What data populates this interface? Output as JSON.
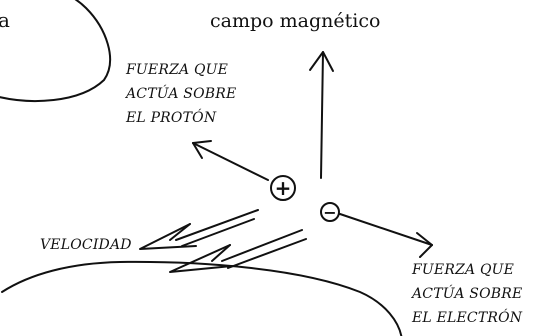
{
  "top_left_fragment": "a",
  "labels": {
    "magnetic_field": "campo magnético",
    "force_proton": [
      "FUERZA QUE",
      "ACTÚA SOBRE",
      "EL PROTÓN"
    ],
    "velocity": "VELOCIDAD",
    "force_electron": [
      "FUERZA QUE",
      "ACTÚA SOBRE",
      "EL ELECTRÓN"
    ]
  },
  "particles": {
    "proton_symbol": "+",
    "electron_symbol": "−"
  }
}
